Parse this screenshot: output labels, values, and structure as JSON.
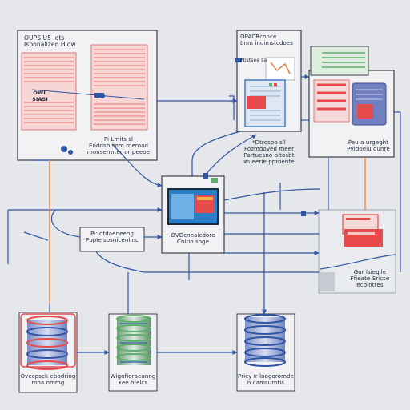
{
  "nodes": {
    "top_left": {
      "title_lines": [
        "OUPS U5 lots",
        "Isponalized Hlow"
      ],
      "inner_label": [
        "OWL",
        "SIASI"
      ],
      "caption_lines": [
        "Pi Lmits sl",
        "Enddsh som rneroad",
        "monsermter or peeoe"
      ]
    },
    "top_center": {
      "title_lines": [
        "OPACRconce",
        "bnm inuimstcdoes"
      ],
      "sub_label": "Pbstsee sa",
      "caption_lines": [
        "*Dtrospo sll",
        "Fozmdoved meer",
        "Partuesno pitosbt",
        "wueerie pproente"
      ]
    },
    "top_right": {
      "caption_lines": [
        "Peu a urgeght",
        "Pvidoeiu ounre"
      ]
    },
    "center": {
      "caption_lines": [
        "OVDcneaicdore",
        "Cnitio soge"
      ]
    },
    "left_mid": {
      "caption_lines": [
        "Pi: otdaeneeng",
        "Pupie sosnicenlinc"
      ]
    },
    "right_mid": {
      "caption_lines": [
        "Gor lsiegile",
        "Ffieate Sricse",
        "ecolnttes"
      ]
    },
    "bottom_left": {
      "caption_lines": [
        "Ovecpsck ebodring",
        "moa ommg"
      ]
    },
    "bottom_center": {
      "caption_lines": [
        "Wlgnfioraeanng",
        "•ee ofelcs"
      ]
    },
    "bottom_right": {
      "caption_lines": [
        "Pricy ir loogoromde",
        "n camsurotis"
      ]
    }
  },
  "colors": {
    "connector": "#2f55a4",
    "red_doc": "#ef8a8a",
    "red_doc_fill": "#f7d6d6",
    "accent_red": "#e64a4a",
    "accent_blue": "#3f7fc4",
    "accent_green": "#5fae6b",
    "panel_border": "#3a3f48"
  }
}
